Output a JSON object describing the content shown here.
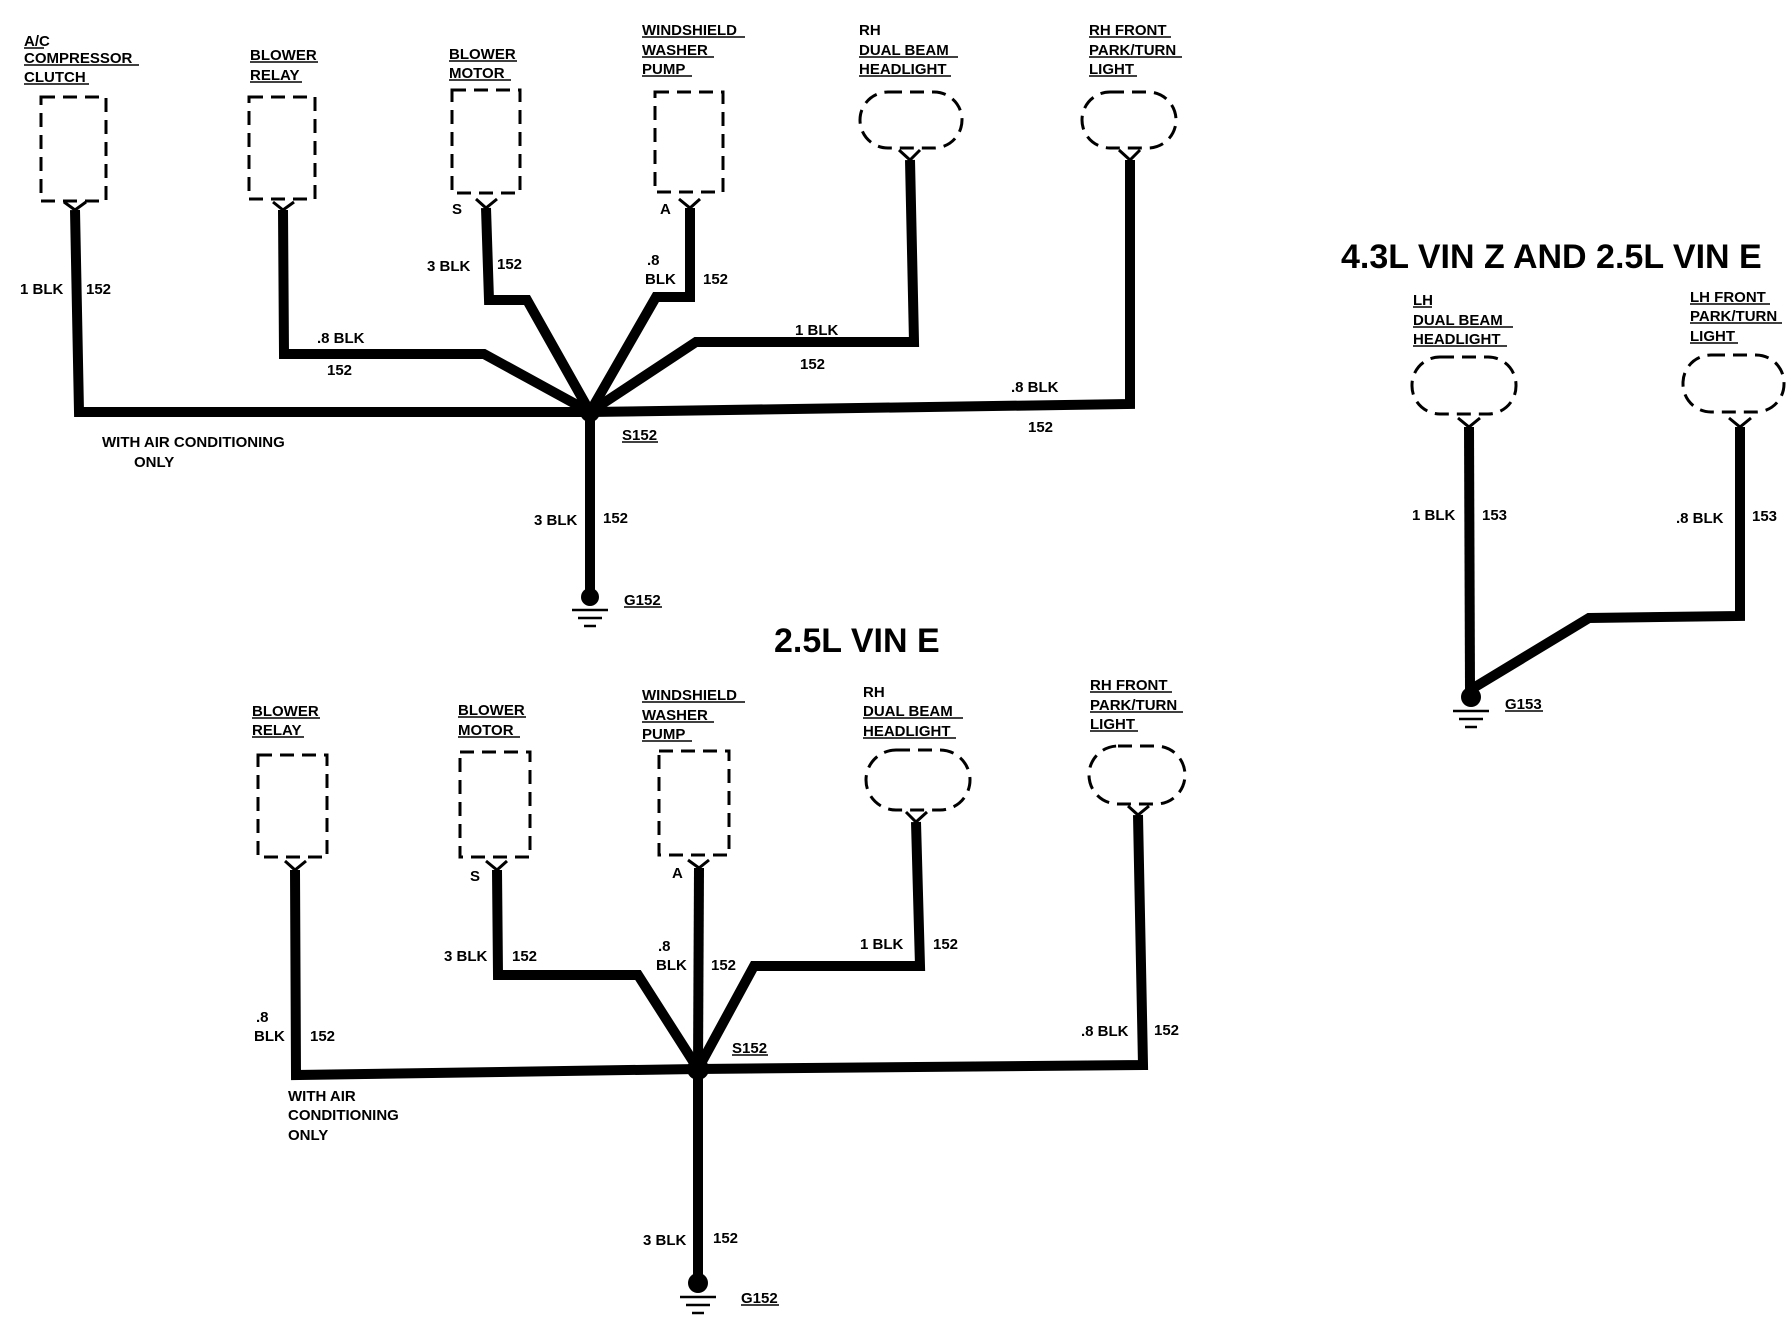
{
  "titles": {
    "top_right": "4.3L VIN Z AND 2.5L VIN E",
    "middle": "2.5L VIN E"
  },
  "top_diagram": {
    "components": {
      "ac_clutch": [
        "A/C",
        "COMPRESSOR",
        "CLUTCH"
      ],
      "blower_relay": [
        "BLOWER",
        "RELAY"
      ],
      "blower_motor": [
        "BLOWER",
        "MOTOR"
      ],
      "washer_pump": [
        "WINDSHIELD",
        "WASHER",
        "PUMP"
      ],
      "rh_headlight": [
        "RH",
        "DUAL BEAM",
        "HEADLIGHT"
      ],
      "rh_park_light": [
        "RH FRONT",
        "PARK/TURN",
        "LIGHT"
      ]
    },
    "pins": {
      "blower_motor": "S",
      "washer_pump": "A"
    },
    "wires": {
      "ac_gauge": "1 BLK",
      "ac_circuit": "152",
      "relay_gauge": ".8 BLK",
      "relay_circuit": "152",
      "motor_gauge": "3 BLK",
      "motor_circuit": "152",
      "pump_gauge_1": ".8",
      "pump_gauge_2": "BLK",
      "pump_circuit": "152",
      "headlight_gauge": "1 BLK",
      "headlight_circuit": "152",
      "park_gauge": ".8 BLK",
      "park_circuit": "152",
      "ground_gauge": "3 BLK",
      "ground_circuit": "152"
    },
    "note": [
      "WITH AIR CONDITIONING",
      "ONLY"
    ],
    "splice": "S152",
    "ground": "G152"
  },
  "bottom_diagram": {
    "components": {
      "blower_relay": [
        "BLOWER",
        "RELAY"
      ],
      "blower_motor": [
        "BLOWER",
        "MOTOR"
      ],
      "washer_pump": [
        "WINDSHIELD",
        "WASHER",
        "PUMP"
      ],
      "rh_headlight": [
        "RH",
        "DUAL BEAM",
        "HEADLIGHT"
      ],
      "rh_park_light": [
        "RH FRONT",
        "PARK/TURN",
        "LIGHT"
      ]
    },
    "pins": {
      "blower_motor": "S",
      "washer_pump": "A"
    },
    "wires": {
      "relay_gauge_1": ".8",
      "relay_gauge_2": "BLK",
      "relay_circuit": "152",
      "motor_gauge": "3 BLK",
      "motor_circuit": "152",
      "pump_gauge_1": ".8",
      "pump_gauge_2": "BLK",
      "pump_circuit": "152",
      "headlight_gauge": "1 BLK",
      "headlight_circuit": "152",
      "park_gauge": ".8 BLK",
      "park_circuit": "152",
      "ground_gauge": "3 BLK",
      "ground_circuit": "152"
    },
    "note": [
      "WITH AIR",
      "CONDITIONING",
      "ONLY"
    ],
    "splice": "S152",
    "ground": "G152"
  },
  "right_diagram": {
    "components": {
      "lh_headlight": [
        "LH",
        "DUAL BEAM",
        "HEADLIGHT"
      ],
      "lh_park_light": [
        "LH FRONT",
        "PARK/TURN",
        "LIGHT"
      ]
    },
    "wires": {
      "headlight_gauge": "1 BLK",
      "headlight_circuit": "153",
      "park_gauge": ".8 BLK",
      "park_circuit": "153"
    },
    "ground": "G153"
  }
}
